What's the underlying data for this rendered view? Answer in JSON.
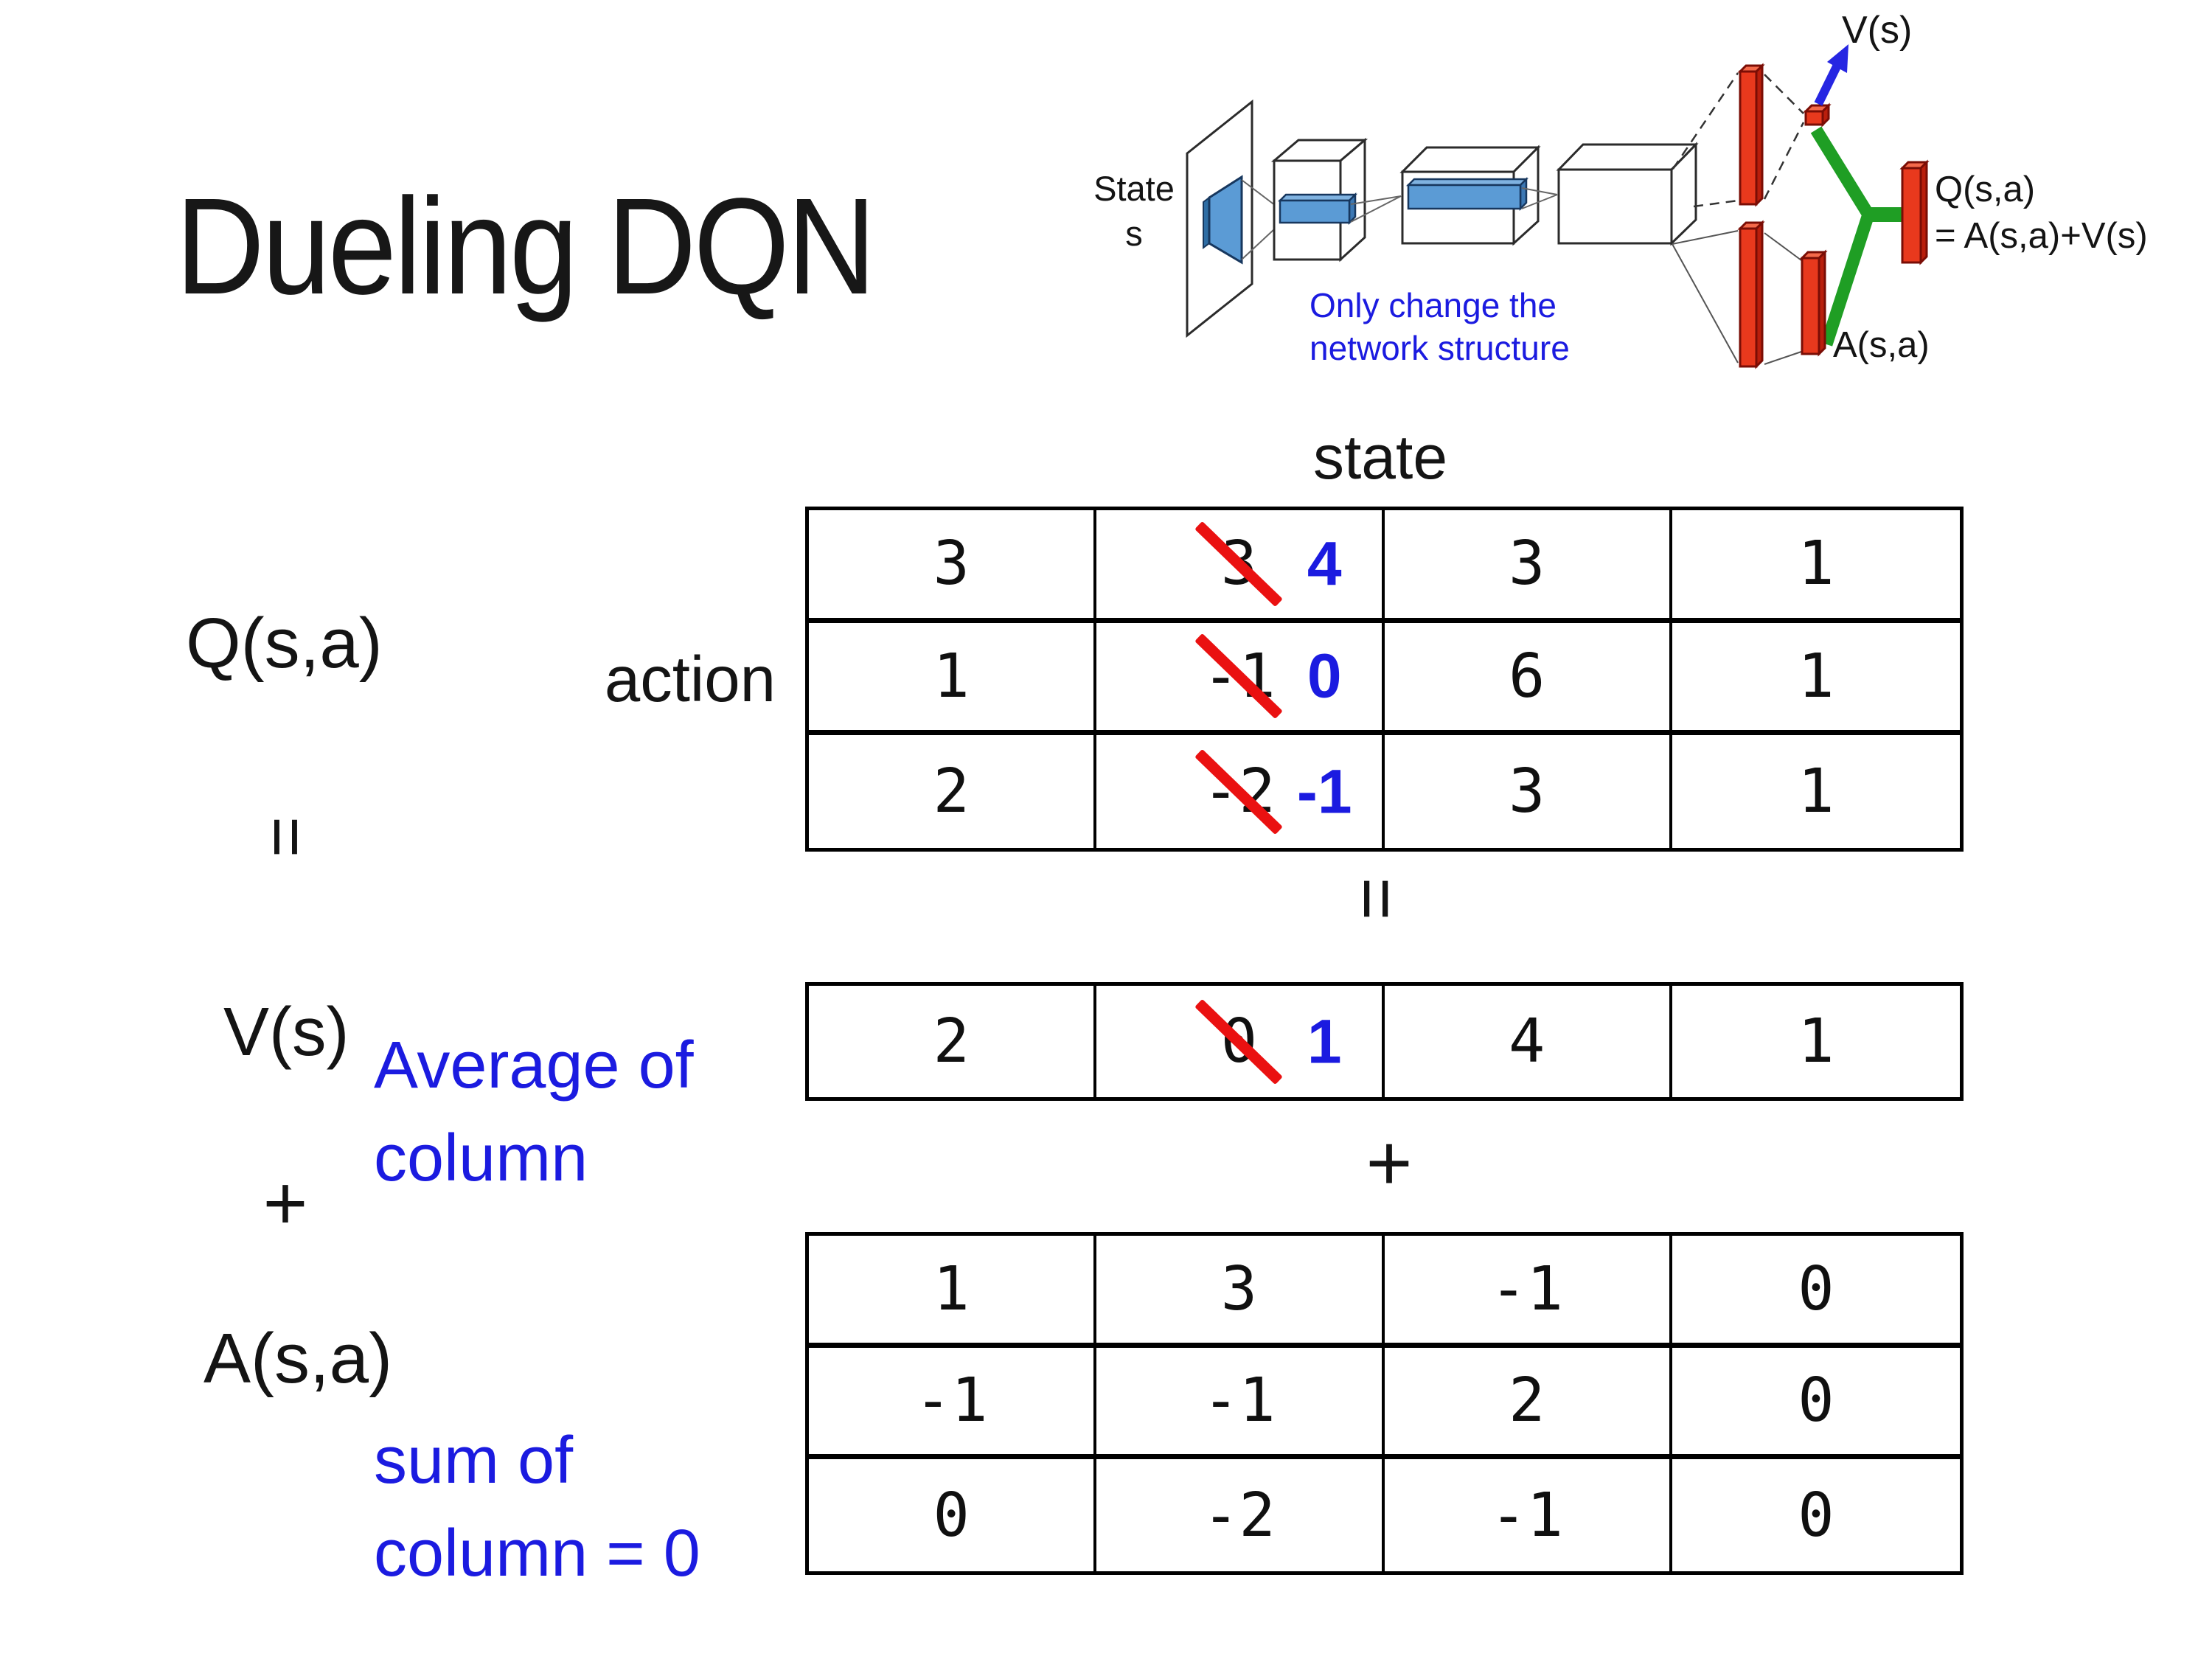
{
  "title": "Dueling DQN",
  "diagram": {
    "state_line1": "State",
    "state_line2": "s",
    "note_line1": "Only change the",
    "note_line2": "network structure",
    "v_label": "V(s)",
    "q_label_line1": "Q(s,a)",
    "q_label_line2": "= A(s,a)+V(s)",
    "a_label": "A(s,a)"
  },
  "equation": {
    "q_term": "Q(s,a)",
    "action_label": "action",
    "state_label": "state",
    "equals_left": "=",
    "equals_center": "=",
    "v_term": "V(s)",
    "avg_note_line1": "Average of",
    "avg_note_line2": "column",
    "plus_left": "+",
    "plus_center": "+",
    "a_term": "A(s,a)",
    "sum_note_line1": "sum of",
    "sum_note_line2": "column = 0"
  },
  "tables": {
    "q": {
      "rows": [
        [
          {
            "v": "3"
          },
          {
            "old": "3",
            "new": "4"
          },
          {
            "v": "3"
          },
          {
            "v": "1"
          }
        ],
        [
          {
            "v": "1"
          },
          {
            "old": "-1",
            "new": "0"
          },
          {
            "v": "6"
          },
          {
            "v": "1"
          }
        ],
        [
          {
            "v": "2"
          },
          {
            "old": "-2",
            "new": "-1"
          },
          {
            "v": "3"
          },
          {
            "v": "1"
          }
        ]
      ]
    },
    "v": {
      "rows": [
        [
          {
            "v": "2"
          },
          {
            "old": "0",
            "new": "1"
          },
          {
            "v": "4"
          },
          {
            "v": "1"
          }
        ]
      ]
    },
    "a": {
      "rows": [
        [
          {
            "v": "1"
          },
          {
            "v": "3"
          },
          {
            "v": "-1"
          },
          {
            "v": "0"
          }
        ],
        [
          {
            "v": "-1"
          },
          {
            "v": "-1"
          },
          {
            "v": "2"
          },
          {
            "v": "0"
          }
        ],
        [
          {
            "v": "0"
          },
          {
            "v": "-2"
          },
          {
            "v": "-1"
          },
          {
            "v": "0"
          }
        ]
      ]
    }
  },
  "colors": {
    "accent_blue": "#1b1be0",
    "strike_red": "#ea1111",
    "bar_red": "#e8391d",
    "bar_red_dark": "#7a0d05",
    "merge_green": "#1f9e24",
    "arrow_blue": "#2626e2",
    "feature_blue": "#5b9bd5"
  }
}
